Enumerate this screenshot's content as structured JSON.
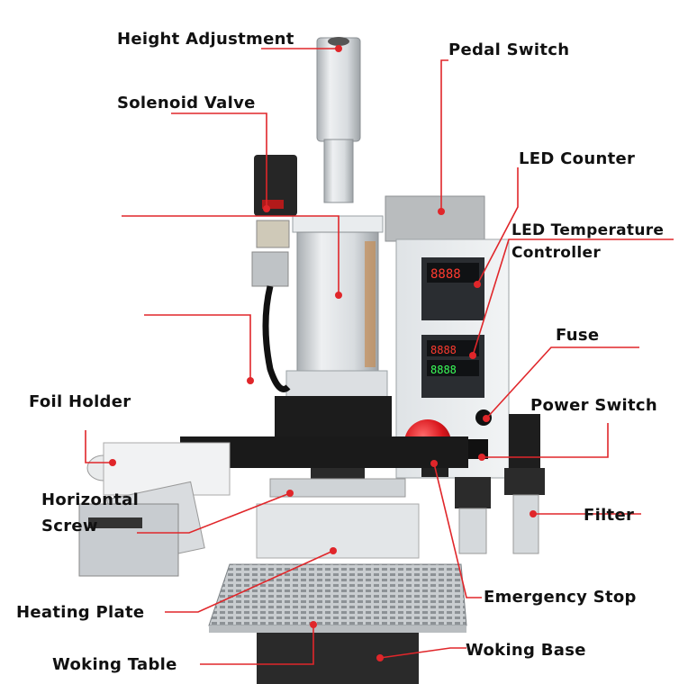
{
  "labels": {
    "height_adjustment": "Height Adjustment",
    "pedal_switch": "Pedal Switch",
    "solenoid_valve": "Solenoid Valve",
    "led_counter": "LED Counter",
    "led_temperature_controller_line1": "LED Temperature",
    "led_temperature_controller_line2": "Controller",
    "fuse": "Fuse",
    "foil_holder": "Foil Holder",
    "power_switch": "Power Switch",
    "horizontal_screw_line1": "Horizontal",
    "horizontal_screw_line2": "Screw",
    "filter": "Filter",
    "emergency_stop": "Emergency Stop",
    "heating_plate": "Heating Plate",
    "woking_base": "Woking Base",
    "woking_table": "Woking Table"
  },
  "colors": {
    "leader_line": "#e0262a",
    "marker_dot": "#e0262a",
    "text": "#111111",
    "emergency_button": "#d9161c",
    "machine_black": "#1c1c1c",
    "machine_silver": "#cfd3d6"
  }
}
